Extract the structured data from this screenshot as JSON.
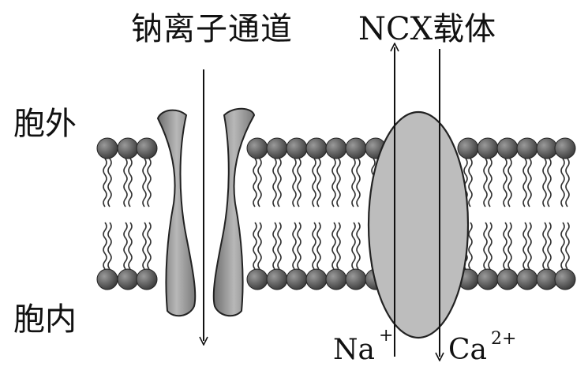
{
  "labels": {
    "channel": "钠离子通道",
    "carrier": "NCX载体",
    "outside": "胞外",
    "inside": "胞内",
    "na": "Na",
    "na_sup": "+",
    "ca": "Ca",
    "ca_sup": "2+"
  },
  "colors": {
    "head": "#4a4a4a",
    "tail": "#333333",
    "channel": "#8f8f8f",
    "carrier": "#bdbdbd",
    "arrow": "#111111"
  }
}
